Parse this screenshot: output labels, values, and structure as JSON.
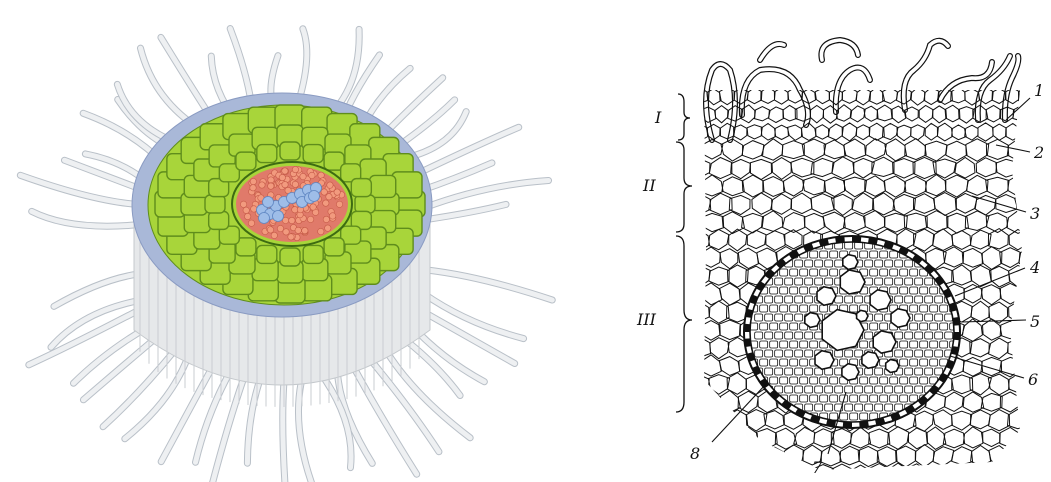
{
  "left_panel": {
    "colors": {
      "root_hair": "#eef0f2",
      "root_hair_edge": "#b9c0c8",
      "epidermis": "#a9b8d8",
      "cortex": "#a8d53a",
      "cortex_edge": "#5f8d1c",
      "pericycle": "#e07a6a",
      "xylem": "#9ebde8",
      "side_wall": "#e6e8ea"
    }
  },
  "right_panel": {
    "zone_labels": [
      "I",
      "II",
      "III"
    ],
    "number_labels": [
      "1",
      "2",
      "3",
      "4",
      "5",
      "6",
      "7",
      "8"
    ],
    "colors": {
      "ink": "#111111",
      "paper": "#ffffff"
    }
  }
}
